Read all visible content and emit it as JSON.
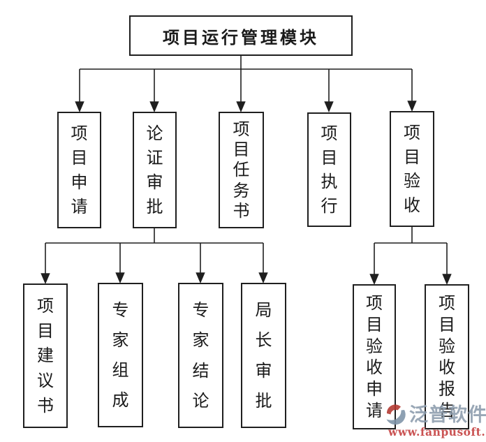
{
  "diagram": {
    "root": {
      "label": "项目运行管理模块"
    },
    "level2": [
      {
        "label": "项目申请"
      },
      {
        "label": "论证审批"
      },
      {
        "label": "项目任务书"
      },
      {
        "label": "项目执行"
      },
      {
        "label": "项目验收"
      }
    ],
    "level3_under_review": [
      {
        "label": "项目建议书"
      },
      {
        "label": "专家组成"
      },
      {
        "label": "专家结论"
      },
      {
        "label": "局长审批"
      }
    ],
    "level3_under_acceptance": [
      {
        "label": "项目验收申请"
      },
      {
        "label": "项目验收报告"
      }
    ]
  },
  "watermark": {
    "brand": "泛普软件",
    "url": "www.fanpusoft.com",
    "brand_color": "#8b9bac",
    "url_color": "#c64545",
    "logo_red": "#b2362e",
    "logo_blue": "#7e93a8"
  },
  "colors": {
    "line": "#1f1f1f",
    "background": "#ffffff"
  }
}
